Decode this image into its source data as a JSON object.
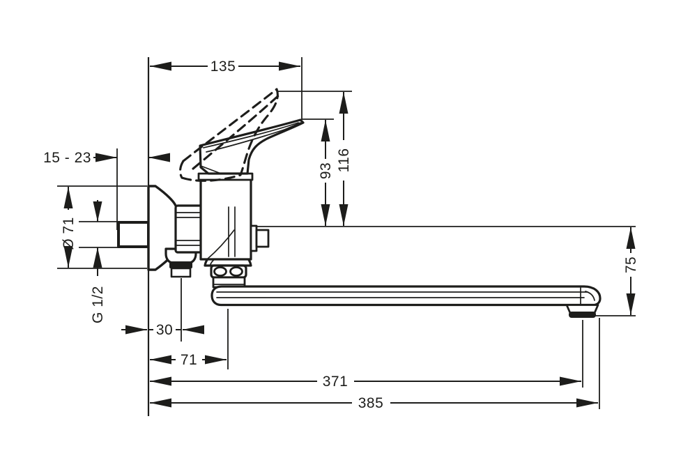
{
  "colors": {
    "background": "#ffffff",
    "line": "#1d1d1b"
  },
  "dimensions": {
    "spout_projection_top": "135",
    "wall_mount_depth_range": "15 - 23",
    "escutcheon_diameter": "Ø 71",
    "connection_thread": "G 1/2",
    "handle_height_closed": "93",
    "handle_height_open": "116",
    "outlet_drop": "75",
    "shower_outlet_offset": "30",
    "spout_axis_offset": "71",
    "aerator_reach": "371",
    "total_reach": "385"
  }
}
